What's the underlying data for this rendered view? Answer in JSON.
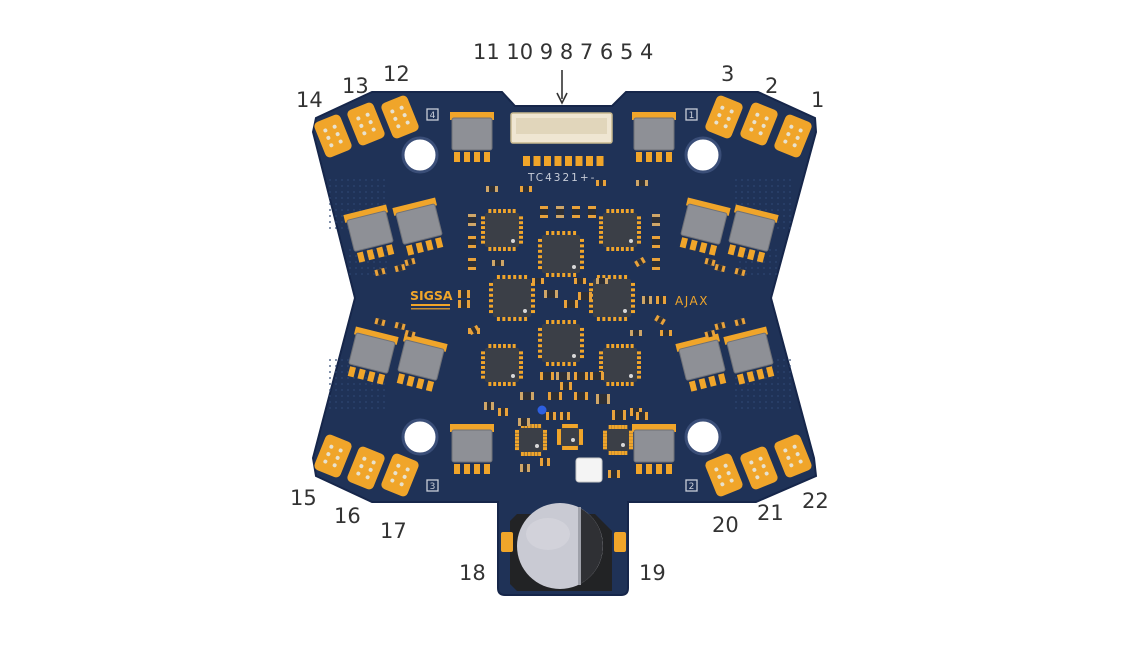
{
  "diagram": {
    "top_connector_numbers": "11 10 9 8 7 6 5 4",
    "connector_silk": "TC4321+-",
    "brand_left": "SIGSA",
    "brand_right": "AJAX",
    "motor_index": [
      "1",
      "2",
      "3",
      "4"
    ],
    "pad_callouts": {
      "p1": "1",
      "p2": "2",
      "p3": "3",
      "p12": "12",
      "p13": "13",
      "p14": "14",
      "p15": "15",
      "p16": "16",
      "p17": "17",
      "p18": "18",
      "p19": "19",
      "p20": "20",
      "p21": "21",
      "p22": "22"
    },
    "colors": {
      "board": "#1f3257",
      "board_edge": "#16264a",
      "pad_gold": "#f0a52a",
      "chip": "#3b3f47",
      "mosfet": "#8e9096",
      "capacitor": "#c9cad3",
      "accent_blue": "#2d5fe0"
    }
  }
}
